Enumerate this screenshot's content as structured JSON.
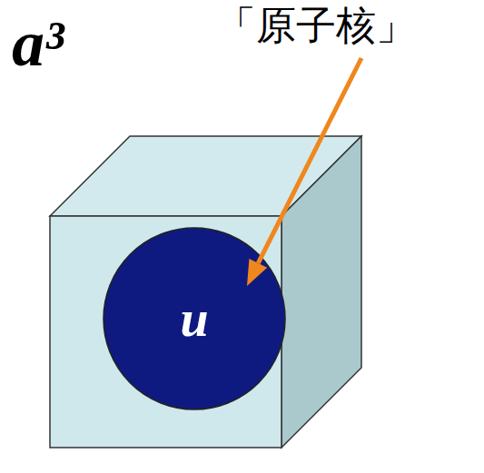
{
  "diagram": {
    "nodes": [
      {
        "text": [
          "a³"
        ]
      },
      {
        "text": [
          "u"
        ],
        "in": 0
      }
    ],
    "labels": [
      "「原子核」"
    ]
  }
}
